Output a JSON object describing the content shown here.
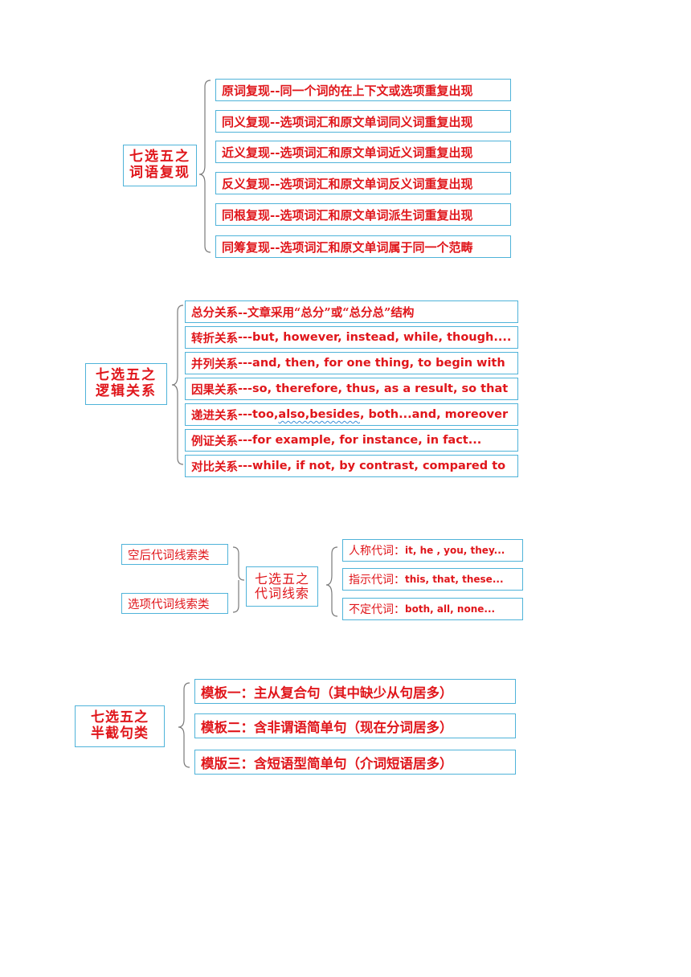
{
  "sections": [
    {
      "title_lines": [
        "七选五之",
        "词语复现"
      ],
      "items": [
        "原词复现--同一个词的在上下文或选项重复出现",
        "同义复现--选项词汇和原文单词同义词重复出现",
        "近义复现--选项词汇和原文单词近义词重复出现",
        "反义复现--选项词汇和原文单词反义词重复出现",
        "同根复现--选项词汇和原文单词派生词重复出现",
        "同筹复现--选项词汇和原文单词属于同一个范畴"
      ]
    },
    {
      "title_lines": [
        "七选五之",
        "逻辑关系"
      ],
      "items": [
        {
          "head": "总分关系--文章采用“总分”或“总分总”结构",
          "tail": ""
        },
        {
          "head": "转折关系",
          "tail": "---but, however, instead, while, though...."
        },
        {
          "head": "并列关系",
          "tail": "---and, then, for one thing, to begin with"
        },
        {
          "head": "因果关系",
          "tail": "---so, therefore,  thus, as  a result, so that"
        },
        {
          "head": "递进关系",
          "tail_a": "---too, ",
          "tail_b": "also,besides",
          "tail_c": ", both...and, moreover"
        },
        {
          "head": "例证关系",
          "tail": "---for  example,  for  instance,    in  fact..."
        },
        {
          "head": "对比关系",
          "tail": "---while, if not, by contrast, compared  to"
        }
      ]
    },
    {
      "title_lines": [
        "七选五之",
        "代词线索"
      ],
      "left_items": [
        "空后代词线索类",
        "选项代词线索类"
      ],
      "right_items": [
        {
          "head": "人称代词：",
          "tail": "it, he , you, they..."
        },
        {
          "head": "指示代词：",
          "tail": "this, that, these..."
        },
        {
          "head": "不定代词：",
          "tail": "both, all, none..."
        }
      ]
    },
    {
      "title_lines": [
        "七选五之",
        "半截句类"
      ],
      "items": [
        "模板一：主从复合句（其中缺少从句居多）",
        "模板二：含非谓语简单句（现在分词居多）",
        "模版三：含短语型简单句（介词短语居多）"
      ]
    }
  ],
  "colors": {
    "text": "#e0161b",
    "border": "#4fb3d9",
    "brace": "#7a7a7a",
    "squiggle": "#3a8fd9"
  }
}
